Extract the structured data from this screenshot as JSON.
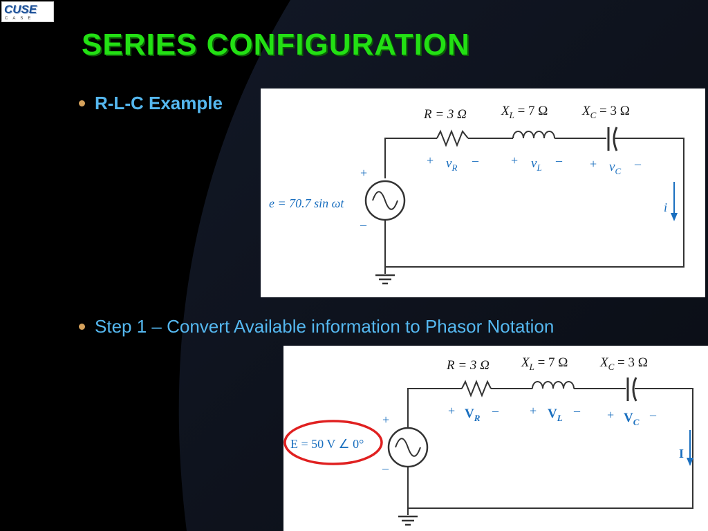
{
  "logo": {
    "main": "CUSE",
    "sub": "CASE"
  },
  "title": "SERIES CONFIGURATION",
  "bullets": [
    {
      "text": "R-L-C Example"
    },
    {
      "text": "Step 1 – Convert Available information to Phasor Notation"
    }
  ],
  "circuit1": {
    "source": "e =  70.7 sin ωt",
    "r_label": "R  = 3 Ω",
    "xl_label": "X",
    "xl_sub": "L",
    "xl_val": " = 7 Ω",
    "xc_label": "X",
    "xc_sub": "C",
    "xc_val": " = 3 Ω",
    "plus": "+",
    "minus": "–",
    "vr": "v",
    "vr_sub": "R",
    "vl": "v",
    "vl_sub": "L",
    "vc": "v",
    "vc_sub": "C",
    "current": "i"
  },
  "circuit2": {
    "source": "E  =  50 V ∠ 0°",
    "r_label": "R  = 3 Ω",
    "xl_label": "X",
    "xl_sub": "L",
    "xl_val": " = 7 Ω",
    "xc_label": "X",
    "xc_sub": "C",
    "xc_val": " = 3 Ω",
    "plus": "+",
    "minus": "–",
    "vr": "V",
    "vr_sub": "R",
    "vl": "V",
    "vl_sub": "L",
    "vc": "V",
    "vc_sub": "C",
    "current": "I"
  },
  "colors": {
    "title": "#23e014",
    "bullet_text": "#55b8f0",
    "bullet_dot": "#d6a25c",
    "circle_highlight": "#e02020",
    "label_blue": "#1a6fbf"
  }
}
